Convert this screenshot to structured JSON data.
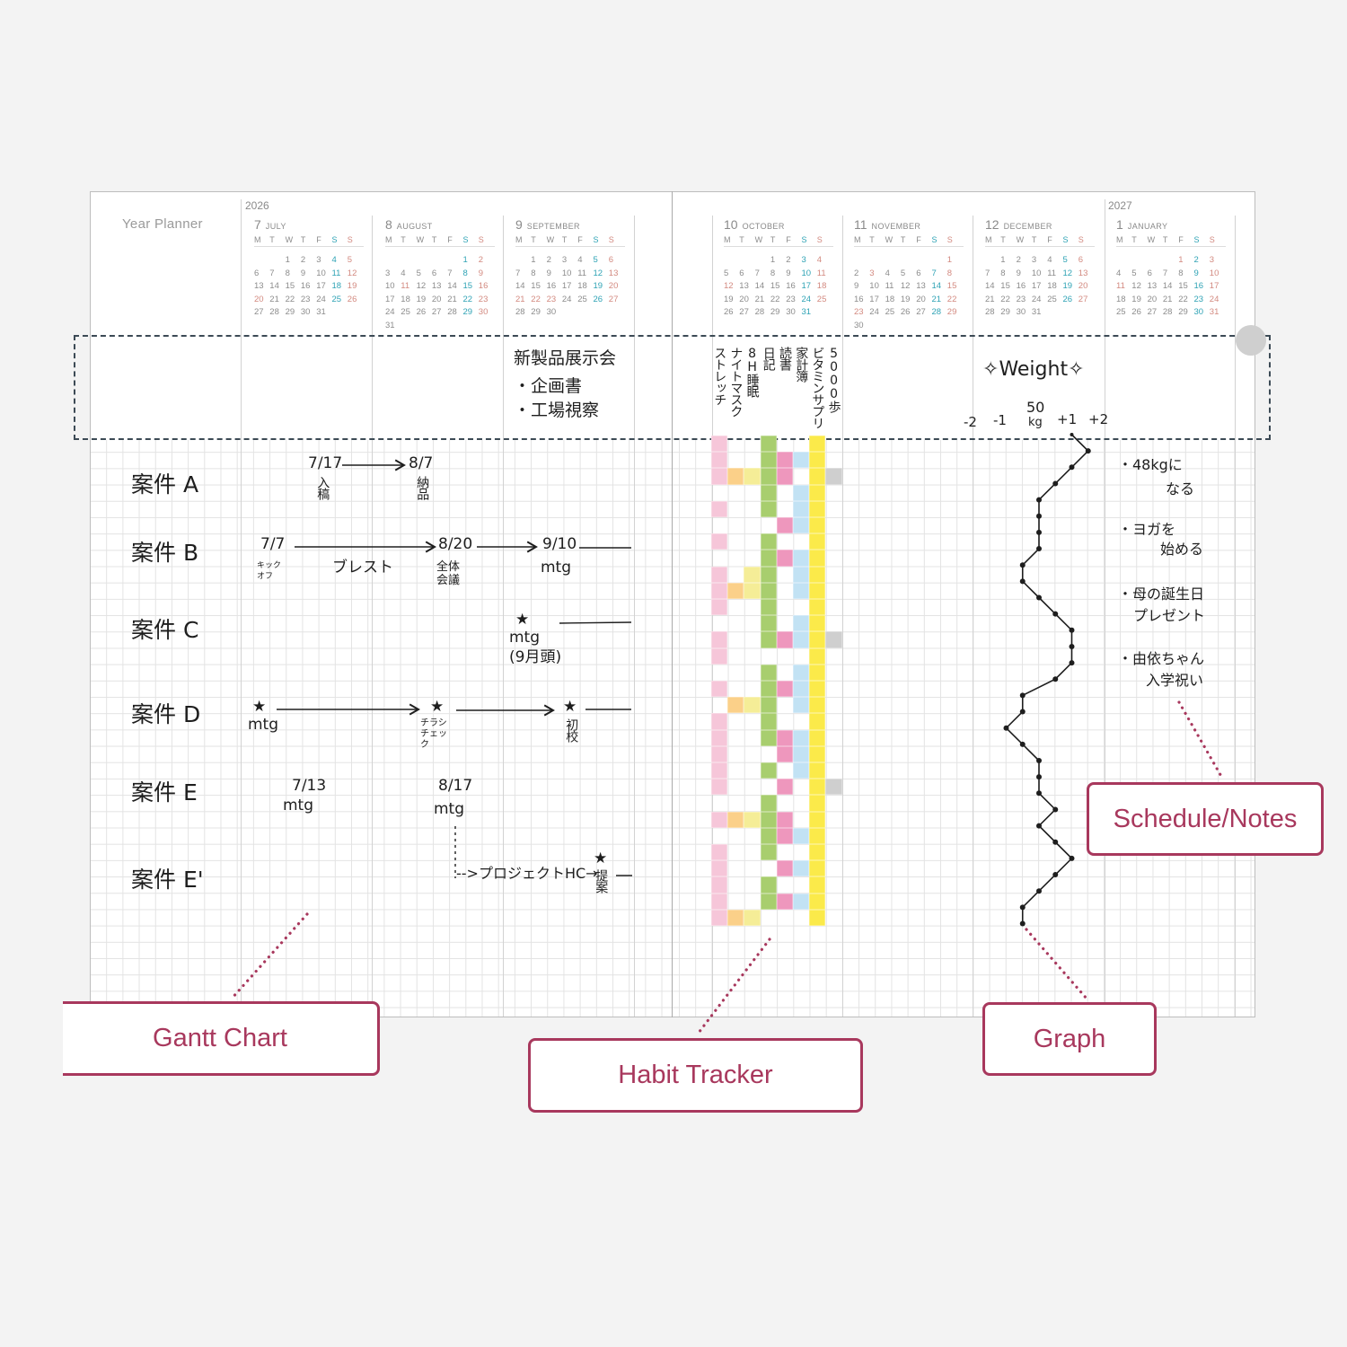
{
  "title": "Year Planner",
  "years": [
    "2026",
    "2027"
  ],
  "weekdays": [
    "M",
    "T",
    "W",
    "T",
    "F",
    "S",
    "S"
  ],
  "colors": {
    "saturday": "#2fa3b5",
    "holiday": "#d38a80",
    "callout": "#a8385d",
    "ink": "#1e1e1e"
  },
  "calendars": [
    {
      "num": "7",
      "name": "JULY",
      "offset": 2,
      "days": 31,
      "holidays": [
        20
      ]
    },
    {
      "num": "8",
      "name": "AUGUST",
      "offset": 5,
      "days": 31,
      "holidays": [
        11
      ]
    },
    {
      "num": "9",
      "name": "SEPTEMBER",
      "offset": 1,
      "days": 30,
      "holidays": [
        21,
        22,
        23
      ]
    },
    {
      "num": "10",
      "name": "OCTOBER",
      "offset": 3,
      "days": 31,
      "holidays": [
        12
      ]
    },
    {
      "num": "11",
      "name": "NOVEMBER",
      "offset": 6,
      "days": 30,
      "holidays": [
        3,
        23
      ]
    },
    {
      "num": "12",
      "name": "DECEMBER",
      "offset": 1,
      "days": 31,
      "holidays": []
    },
    {
      "num": "1",
      "name": "JANUARY",
      "offset": 4,
      "days": 31,
      "holidays": [
        1,
        11
      ]
    }
  ],
  "event_note": {
    "title": "新製品展示会",
    "items": [
      "・企画書",
      "・工場視察"
    ]
  },
  "gantt": {
    "rows": [
      "案件 A",
      "案件 B",
      "案件 C",
      "案件 D",
      "案件 E",
      "案件 E'"
    ],
    "a": {
      "start_date": "7/17",
      "start_label": "入稿",
      "end_date": "8/7",
      "end_label": "納品"
    },
    "b": {
      "d1": "7/7",
      "l1": "キックオフ",
      "mid": "ブレスト",
      "d2": "8/20",
      "l2": "全体会議",
      "d3": "9/10",
      "l3": "mtg"
    },
    "c": {
      "star": "★",
      "l1": "mtg",
      "l2": "(9月頭)"
    },
    "d": {
      "star": "★",
      "l1": "mtg",
      "l2": "チラシチェック",
      "l3": "初校"
    },
    "e": {
      "d1": "7/13",
      "l1": "mtg",
      "d2": "8/17",
      "l2": "mtg"
    },
    "e2": {
      "flow": "-->プロジェクトHC→",
      "star": "★",
      "l1": "提案"
    }
  },
  "habits": {
    "names": [
      "ストレッチ",
      "ナイトマスク",
      "8H睡眠",
      "日記",
      "読書",
      "家計簿",
      "ビタミンサプリ",
      "5000歩"
    ],
    "colors": [
      "#f6c6d9",
      "#fbd089",
      "#f5ed97",
      "#a8ce6e",
      "#ee97bd",
      "#c2e2f4",
      "#fbea4a",
      "#cfcfcf"
    ],
    "days": [
      "10010010",
      "10011110",
      "11111011",
      "00010110",
      "10010110",
      "00001110",
      "10010010",
      "00011110",
      "10110110",
      "11110110",
      "10010010",
      "00010110",
      "10011111",
      "10000010",
      "00010110",
      "10011110",
      "01110110",
      "10010010",
      "10011110",
      "10001110",
      "10010110",
      "10001011",
      "00010010",
      "11111010",
      "00011110",
      "10010010",
      "10001110",
      "10010010",
      "10011110",
      "11100010"
    ]
  },
  "graph": {
    "title": "Weight",
    "center_label": "50",
    "unit": "kg",
    "ticks": [
      "-2",
      "-1",
      "+1",
      "+2"
    ],
    "baseline_kg": 50,
    "offsets": [
      1,
      1.5,
      1,
      0.5,
      0,
      0,
      0,
      0,
      -0.5,
      -0.5,
      0,
      0.5,
      1,
      1,
      1,
      0.5,
      -0.5,
      -0.5,
      -1,
      -0.5,
      0,
      0,
      0,
      0.5,
      0,
      0.5,
      1,
      0.5,
      0,
      -0.5,
      -0.5
    ]
  },
  "notes": [
    {
      "line1": "・48kgに",
      "line2": "なる"
    },
    {
      "line1": "・ヨガを",
      "line2": "始める"
    },
    {
      "line1": "・母の誕生日",
      "line2": "プレゼント"
    },
    {
      "line1": "・由依ちゃん",
      "line2": "入学祝い"
    }
  ],
  "callouts": {
    "gantt": "Gantt Chart",
    "habit": "Habit Tracker",
    "graph": "Graph",
    "notes": "Schedule/Notes"
  }
}
